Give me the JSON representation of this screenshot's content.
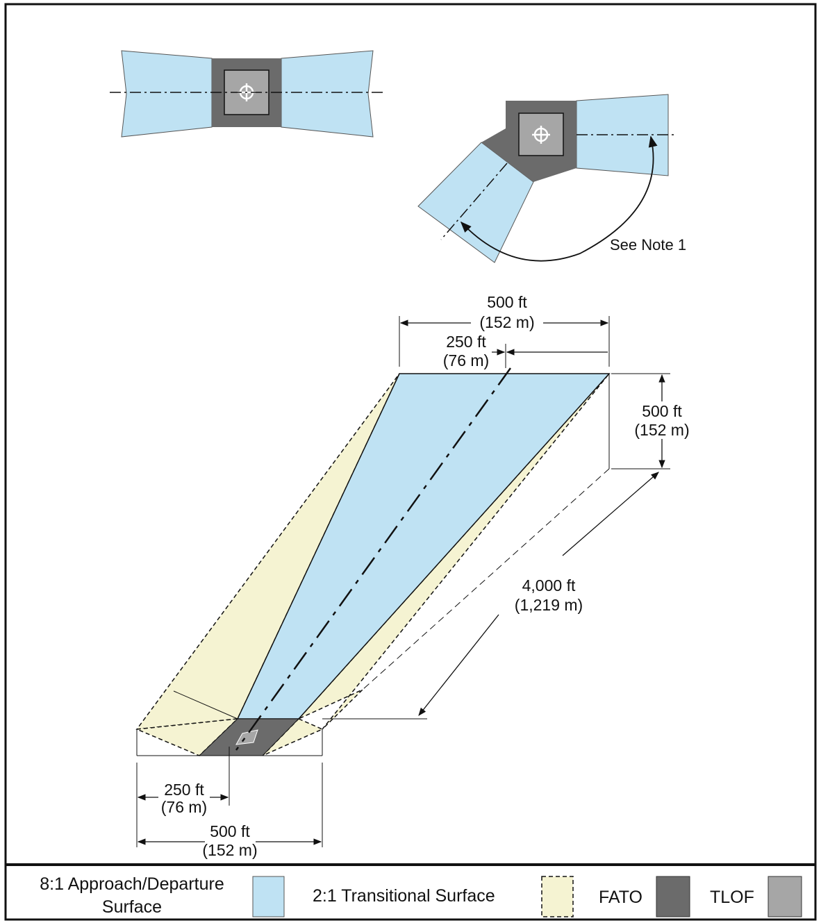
{
  "colors": {
    "approach": "#bfe2f3",
    "transitional": "#f5f3d2",
    "fato": "#6b6b6b",
    "tlof": "#a6a6a6",
    "line": "#111111"
  },
  "note": "See Note 1",
  "dimensions": {
    "top_width": {
      "ft": "500 ft",
      "m": "(152 m)"
    },
    "top_half": {
      "ft": "250 ft",
      "m": "(76 m)"
    },
    "height": {
      "ft": "500 ft",
      "m": "(152 m)"
    },
    "length": {
      "ft": "4,000 ft",
      "m": "(1,219 m)"
    },
    "bottom_half": {
      "ft": "250 ft",
      "m": "(76 m)"
    },
    "bottom_width": {
      "ft": "500 ft",
      "m": "(152 m)"
    }
  },
  "legend": {
    "approach": {
      "line1": "8:1 Approach/Departure",
      "line2": "Surface"
    },
    "transitional": "2:1 Transitional Surface",
    "fato": "FATO",
    "tlof": "TLOF"
  },
  "icons": {
    "heli_marker": "heliport-marker-icon"
  }
}
